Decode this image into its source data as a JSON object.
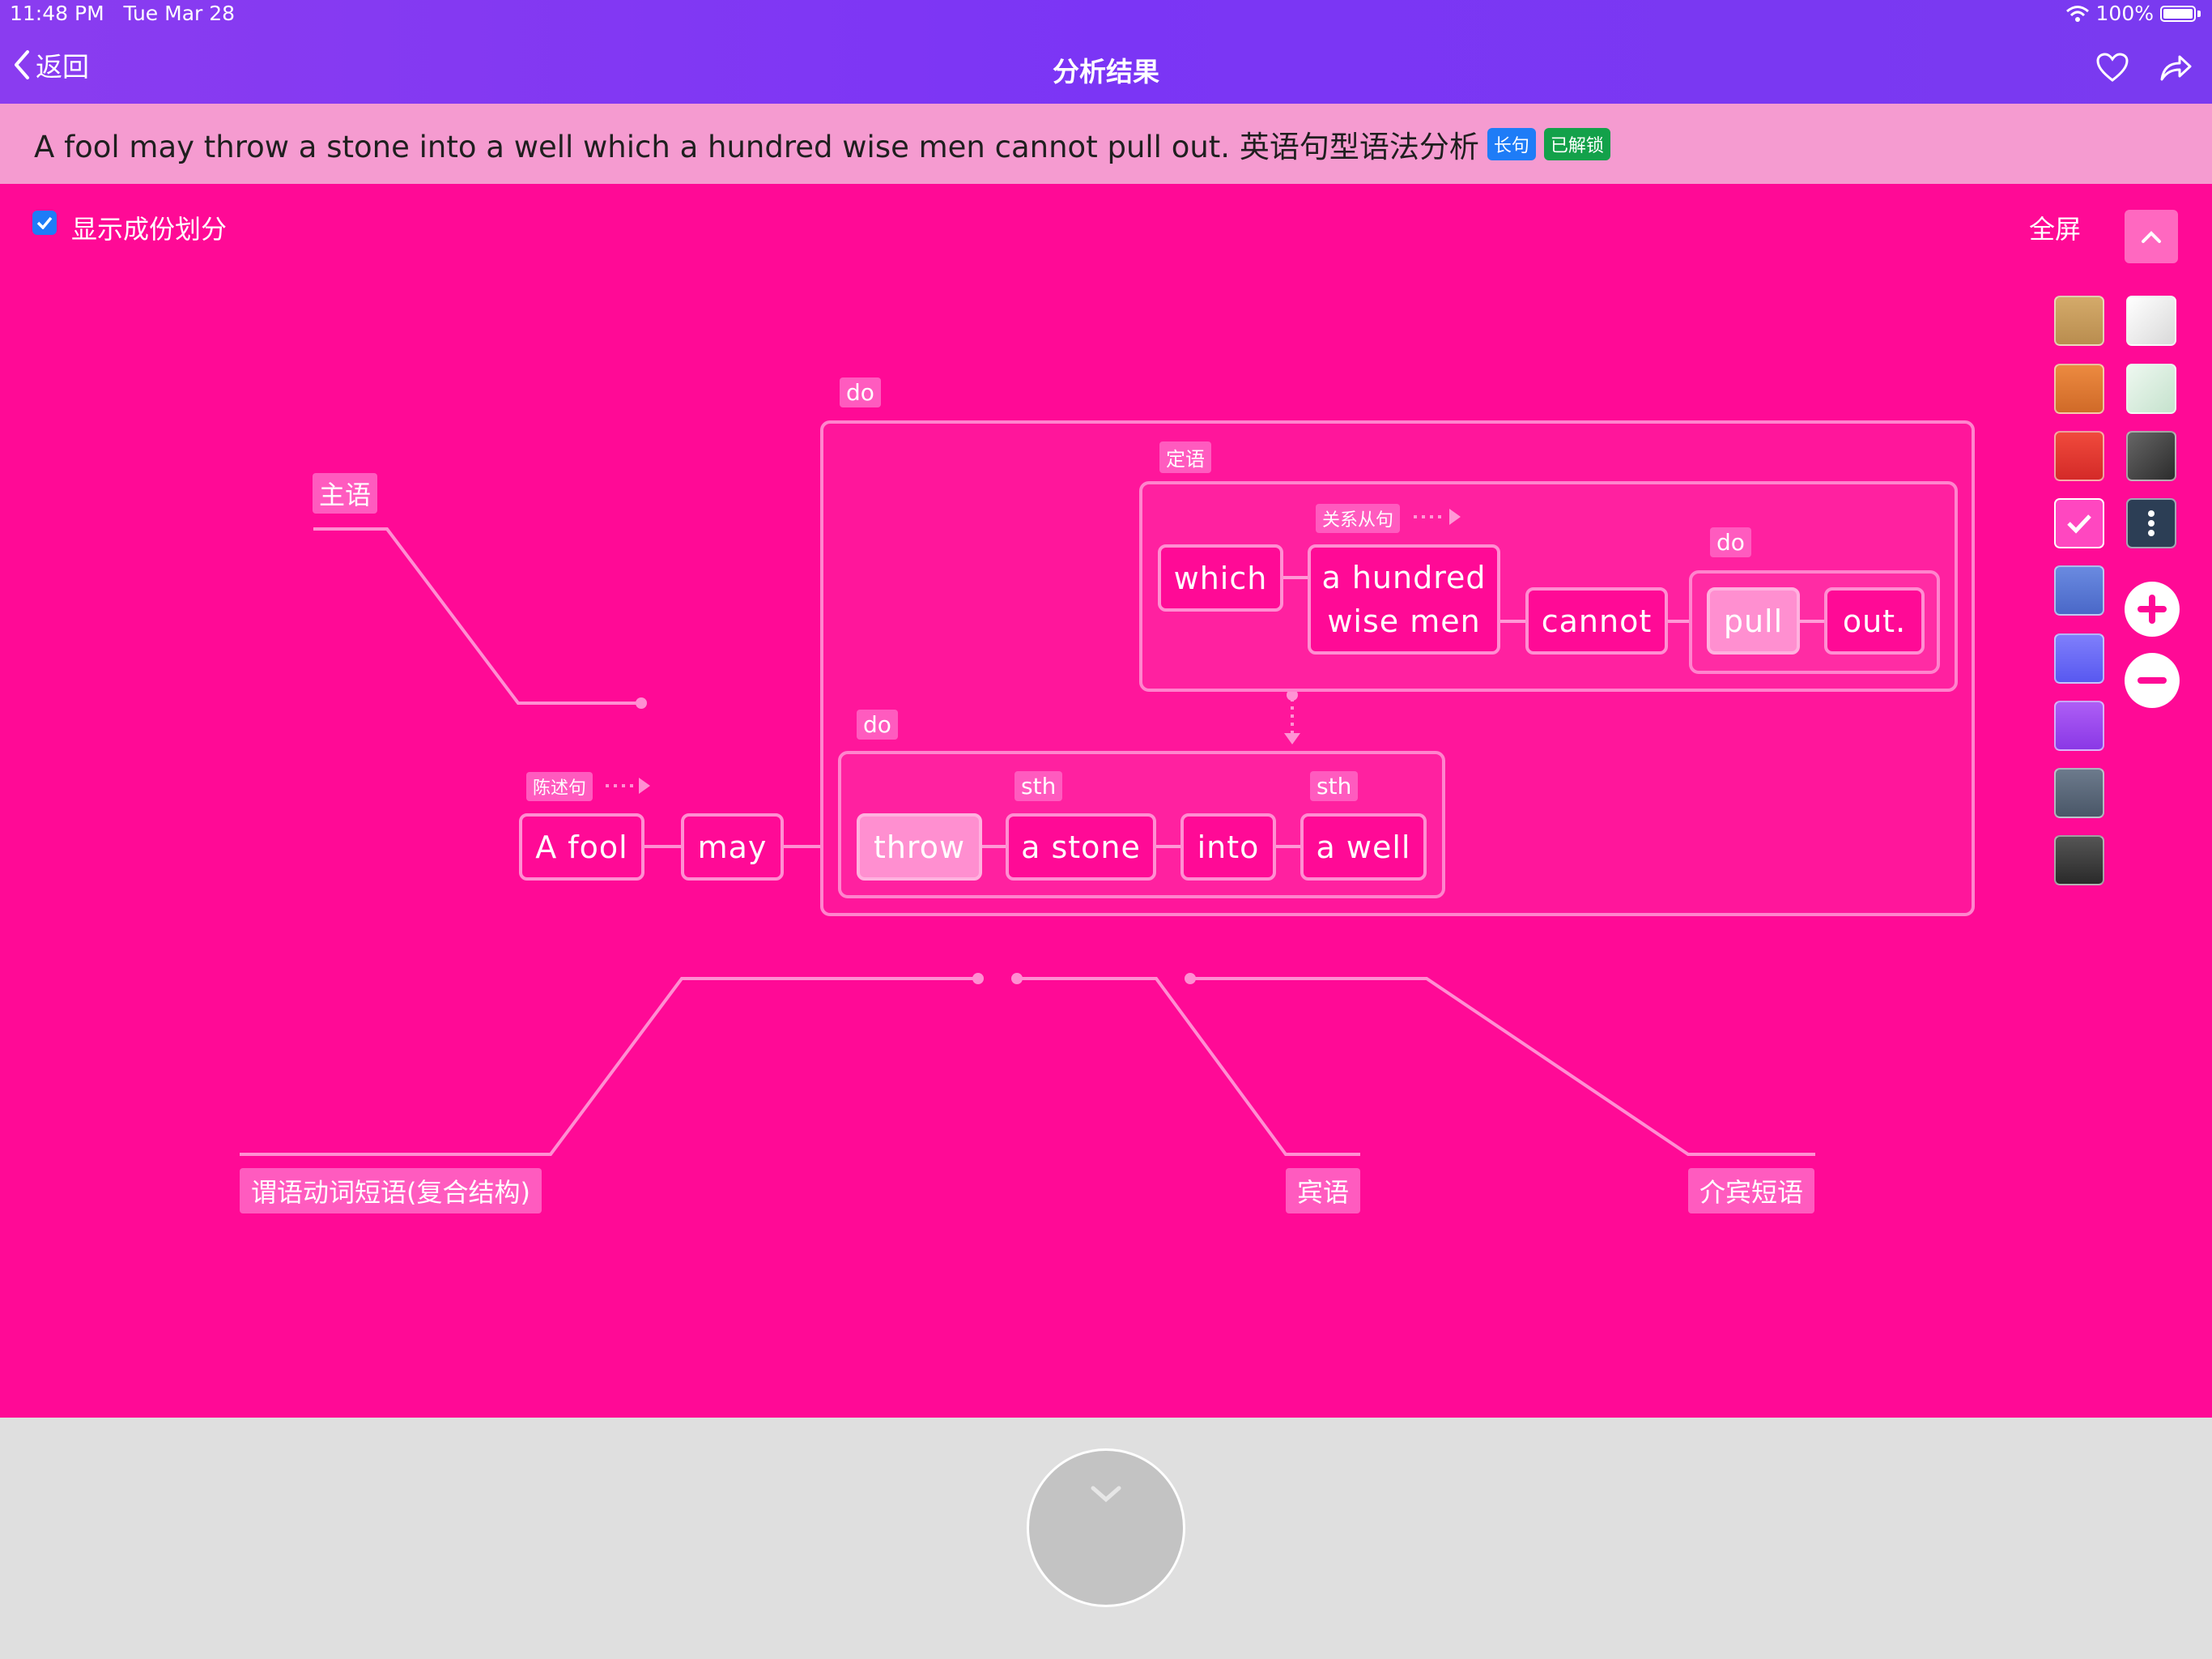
{
  "status": {
    "time": "11:48 PM",
    "date": "Tue Mar 28",
    "battery": "100%"
  },
  "nav": {
    "back_label": "返回",
    "title": "分析结果"
  },
  "sentence": {
    "text": "A fool may throw a stone into a well which a hundred wise men cannot pull out. 英语句型语法分析",
    "badge_long": "长句",
    "badge_unlocked": "已解锁",
    "badge_long_color": "#1e7cf7",
    "badge_unlocked_color": "#13a14a"
  },
  "controls": {
    "show_components_label": "显示成份划分",
    "show_components_checked": true,
    "fullscreen_label": "全屏"
  },
  "palette": {
    "left": [
      "#c8a060",
      "#e07c36",
      "#e63a3a",
      "#ff47c0",
      "#5a7bd5",
      "#6b6cf8",
      "#9a4cf0",
      "#5c6a7c",
      "#3c3c3c"
    ],
    "right": [
      "#f0f0f0",
      "#d8ecdf",
      "#444444",
      "#2c3e55"
    ],
    "selected": "#ff47c0"
  },
  "diagram": {
    "words": {
      "a_fool": "A fool",
      "may": "may",
      "throw": "throw",
      "a_stone": "a stone",
      "into": "into",
      "a_well": "a well",
      "which": "which",
      "hundred_1": "a hundred",
      "hundred_2": "wise men",
      "cannot": "cannot",
      "pull": "pull",
      "out": "out."
    },
    "labels": {
      "subject": "主语",
      "declarative": "陈述句",
      "do_outer": "do",
      "attributive": "定语",
      "relative_clause": "关系从句",
      "do_clause": "do",
      "do_inner": "do",
      "sth_1": "sth",
      "sth_2": "sth",
      "predicate": "谓语动词短语(复合结构)",
      "object": "宾语",
      "prep_phrase": "介宾短语"
    }
  }
}
